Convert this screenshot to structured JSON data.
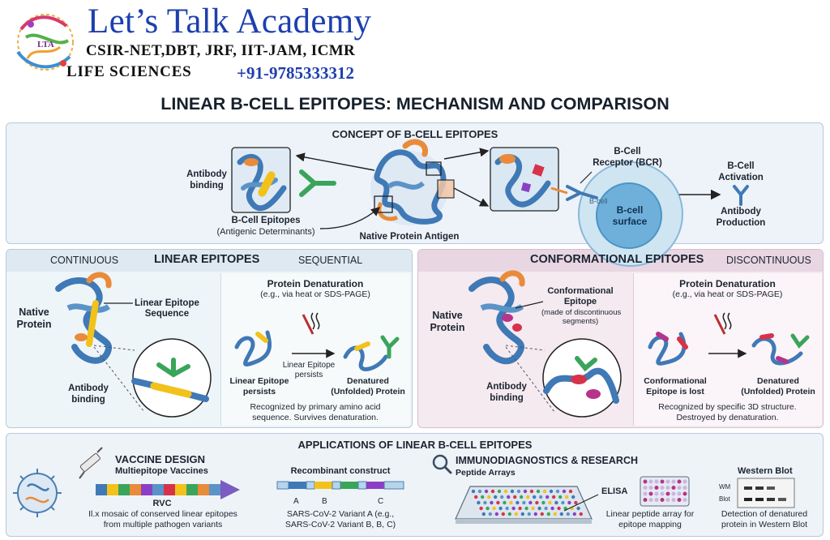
{
  "brand": {
    "title": "Let’s Talk Academy",
    "exams": "CSIR-NET,DBT, JRF, IIT-JAM, ICMR",
    "subject": "LIFE SCIENCES",
    "phone": "+91-9785333312",
    "logo_text": "LTA"
  },
  "main_title": "LINEAR B-CELL EPITOPES: MECHANISM AND COMPARISON",
  "concept": {
    "heading": "CONCEPT OF B-CELL EPITOPES",
    "antibody_binding": [
      "Antibody",
      "binding"
    ],
    "epitopes_label": "B-Cell Epitopes",
    "epitopes_sub": "(Antigenic Determinants)",
    "native_antigen": "Native Protein Antigen",
    "bcr_label": [
      "B-Cell",
      "Receptor (BCR)"
    ],
    "bcell_small": "B-cell",
    "bcell_surface": [
      "B-cell",
      "surface"
    ],
    "activation": [
      "B-Cell",
      "Activation"
    ],
    "production": [
      "Antibody",
      "Production"
    ]
  },
  "linear": {
    "tag_left": "CONTINUOUS",
    "heading": "LINEAR EPITOPES",
    "tag_right": "SEQUENTIAL",
    "native": [
      "Native",
      "Protein"
    ],
    "seq_label": [
      "Linear Epitope",
      "Sequence"
    ],
    "ab_binding": [
      "Antibody",
      "binding"
    ],
    "denat_title": "Protein Denaturation",
    "denat_sub": "(e.g., via heat or SDS-PAGE)",
    "persists_left": [
      "Linear Epitope",
      "persists"
    ],
    "persists_mid": [
      "Linear Epitope",
      "persists"
    ],
    "denatured": [
      "Denatured",
      "(Unfolded) Protein"
    ],
    "note": [
      "Recognized by primary amino acid",
      "sequence. Survives denaturation."
    ]
  },
  "conformational": {
    "heading": "CONFORMATIONAL EPITOPES",
    "tag_right": "DISCONTINUOUS",
    "native": [
      "Native",
      "Protein"
    ],
    "epitope_label": [
      "Conformational",
      "Epitope"
    ],
    "epitope_sub": [
      "(made of discontinuous",
      "segments)"
    ],
    "ab_binding": [
      "Antibody",
      "binding"
    ],
    "denat_title": "Protein Denaturation",
    "denat_sub": "(e.g., via heat or SDS-PAGE)",
    "lost": [
      "Conformational",
      "Epitope is lost"
    ],
    "denatured": [
      "Denatured",
      "(Unfolded) Protein"
    ],
    "note": [
      "Recognized by specific 3D structure.",
      "Destroyed by denaturation."
    ]
  },
  "applications": {
    "heading": "APPLICATIONS OF LINEAR B-CELL EPITOPES",
    "vaccine_title": "VACCINE DESIGN",
    "vaccine_sub": "Multiepitope Vaccines",
    "rvc": "RVC",
    "rvc_desc": [
      "Il.x mosaic of conserved linear epitopes",
      "from multiple pathogen variants"
    ],
    "construct_title": "Recombinant construct",
    "construct_parts": [
      "A",
      "B",
      "C"
    ],
    "construct_desc": [
      "SARS-CoV-2 Variant A (e.g.,",
      "SARS-CoV-2 Variant B, B, C)"
    ],
    "immuno_title": "IMMUNODIAGNOSTICS & RESEARCH",
    "peptide_arrays": "Peptide Arrays",
    "elisa": "ELISA",
    "array_desc": [
      "Linear peptide array for",
      "epitope mapping"
    ],
    "wb_title": "Western Blot",
    "wb_lanes": [
      "WM",
      "Blot"
    ],
    "wb_desc": [
      "Detection of denatured",
      "protein in Western Blot"
    ]
  },
  "colors": {
    "brand_blue": "#1d3fae",
    "protein_blue": "#3f79b6",
    "epitope_orange": "#e98b3a",
    "linear_yellow": "#f2c21b",
    "antibody_green": "#3aa55a",
    "conf_magenta": "#b8338a",
    "conf_red": "#d6334a"
  }
}
